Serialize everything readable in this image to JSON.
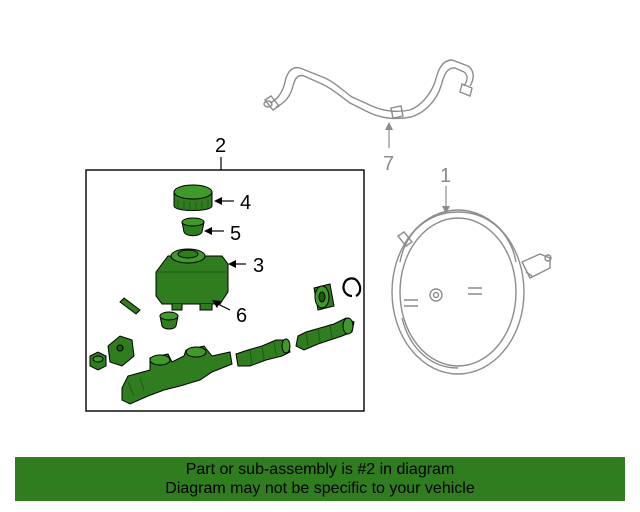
{
  "diagram": {
    "callouts": {
      "booster": "1",
      "assembly": "2",
      "reservoir": "3",
      "cap": "4",
      "strainer": "5",
      "grommet": "6",
      "vacuum_hose": "7"
    },
    "colors": {
      "highlight_part": "#2f7d1e",
      "highlight_dark": "#1f5a12",
      "line_art": "#8c8c8c",
      "outline": "#000000"
    }
  },
  "banner": {
    "line1": "Part or sub-assembly is #2 in diagram",
    "line2": "Diagram may not be specific to your vehicle",
    "background": "#2f7d1e"
  }
}
